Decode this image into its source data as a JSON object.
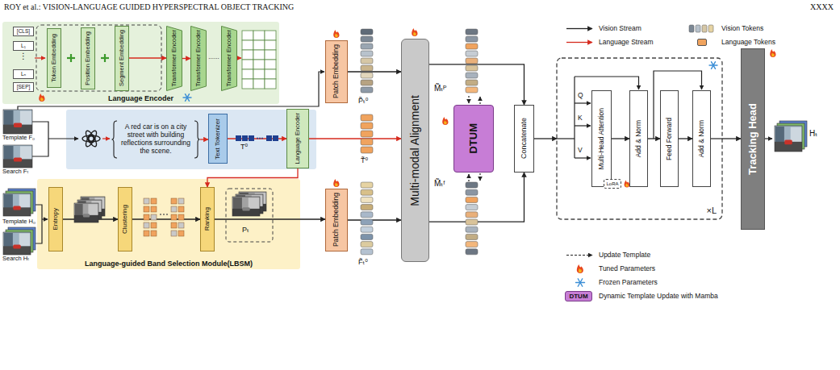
{
  "diagram": {
    "nodes": [
      {
        "text": [
          "Language Encoder"
        ]
      },
      {
        "text": [
          "[CLS]"
        ],
        "in": 0
      },
      {
        "text": [
          "L₁"
        ],
        "in": 0
      },
      {
        "text": [
          "Lₙ"
        ],
        "in": 0
      },
      {
        "text": [
          "[SEP]"
        ],
        "in": 0
      },
      {
        "text": [
          "Token Embedding"
        ],
        "in": 0
      },
      {
        "text": [
          "Position Embedding"
        ],
        "in": 0
      },
      {
        "text": [
          "Segment Embedding"
        ],
        "in": 0
      },
      {
        "text": [
          "Transformer Encoder"
        ],
        "in": 0
      },
      {
        "text": [
          "Transformer Encoder"
        ],
        "in": 0
      },
      {
        "text": [
          "Transformer Encoder"
        ],
        "in": 0
      },
      {
        "text": [
          "A red car is on a city street with building reflections surrounding the scene."
        ]
      },
      {
        "text": [
          "Text Tokenizer"
        ]
      },
      {
        "text": [
          "Language Encoder"
        ]
      },
      {
        "text": [
          "Language-guided Band Selection Module(LBSM)"
        ]
      },
      {
        "text": [
          "Entropy"
        ],
        "in": 14
      },
      {
        "text": [
          "Clustering"
        ],
        "in": 14
      },
      {
        "text": [
          "Ranking"
        ],
        "in": 14
      },
      {
        "text": [
          "Patch Embedding"
        ]
      },
      {
        "text": [
          "Patch Embedding"
        ]
      },
      {
        "text": [
          "Multi-modal Alignment"
        ]
      },
      {
        "text": [
          "DTUM"
        ]
      },
      {
        "text": [
          "Concatenate"
        ]
      },
      {
        "text": [
          "×L"
        ]
      },
      {
        "text": [
          "Multi-Head Attention"
        ],
        "in": 23
      },
      {
        "text": [
          "LoRA"
        ],
        "in": 23
      },
      {
        "text": [
          "Add & Norm"
        ],
        "in": 23
      },
      {
        "text": [
          "Feed Forward"
        ],
        "in": 23
      },
      {
        "text": [
          "Add & Norm"
        ],
        "in": 23
      },
      {
        "text": [
          "Tracking Head"
        ]
      }
    ],
    "edges": [
      {
        "from": 7,
        "to": 8,
        "arrow": "to"
      },
      {
        "from": 8,
        "to": 9,
        "arrow": "to"
      },
      {
        "from": 11,
        "to": 12,
        "arrow": "to"
      },
      {
        "from": 12,
        "to": 13,
        "arrow": "to"
      },
      {
        "from": 13,
        "to": 20,
        "arrow": "to"
      },
      {
        "from": 13,
        "to": 17,
        "arrow": "to"
      },
      {
        "from": 15,
        "to": 16,
        "arrow": "to"
      },
      {
        "from": 16,
        "to": 17,
        "arrow": "to"
      },
      {
        "from": 17,
        "to": 19,
        "arrow": "to"
      },
      {
        "from": 18,
        "to": 20,
        "arrow": "to"
      },
      {
        "from": 19,
        "to": 20,
        "arrow": "to"
      },
      {
        "from": 20,
        "to": 22,
        "arrow": "to"
      },
      {
        "from": 20,
        "to": 22,
        "arrow": "to"
      },
      {
        "from": 22,
        "to": 23,
        "arrow": "to"
      },
      {
        "from": 23,
        "to": 29,
        "arrow": "to"
      },
      {
        "from": 24,
        "to": 26,
        "arrow": "to"
      },
      {
        "from": 26,
        "to": 27,
        "arrow": "to"
      },
      {
        "from": 27,
        "to": 28,
        "arrow": "to"
      }
    ],
    "labels": [
      "ROY et al.: VISION-LANGUAGE GUIDED HYPERSPECTRAL OBJECT TRACKING",
      "XXXX",
      "⋮",
      "......",
      "Template F₀",
      "Search Fₜ",
      "T⁰",
      "Template H₀",
      "Search Hₜ",
      "Pₜ",
      "P̃ₜ⁰",
      "T̃⁰",
      "F̃ₜ⁰",
      "M̃ₜᴾ",
      "M̃ₜᶠ",
      "Q",
      "K",
      "V",
      "Hₜ",
      "DTUM"
    ],
    "legend": [
      {
        "text": "Vision Stream"
      },
      {
        "text": "Language Stream"
      },
      {
        "text": "Vision Tokens"
      },
      {
        "text": "Language Tokens",
        "color": "#f0a35e"
      },
      {
        "text": "Update Template"
      },
      {
        "text": "Tuned Parameters"
      },
      {
        "text": "Frozen Parameters"
      },
      {
        "text": "Dynamic Template Update with Mamba",
        "color": "#c77dd6"
      }
    ]
  }
}
